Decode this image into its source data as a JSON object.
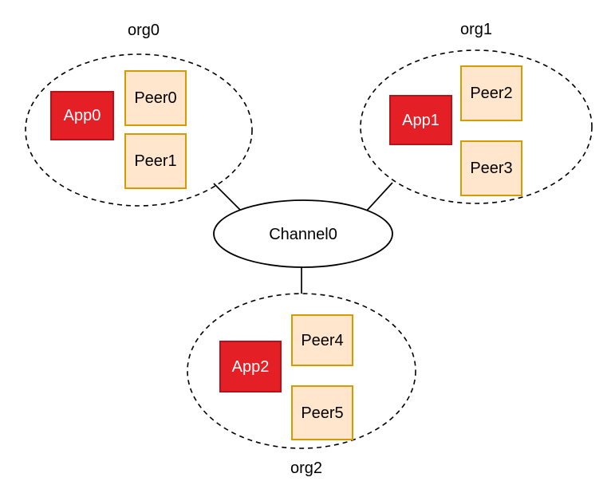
{
  "diagram": {
    "channel": {
      "label": "Channel0"
    },
    "orgs": [
      {
        "label": "org0",
        "app": {
          "label": "App0"
        },
        "peers": [
          {
            "label": "Peer0"
          },
          {
            "label": "Peer1"
          }
        ]
      },
      {
        "label": "org1",
        "app": {
          "label": "App1"
        },
        "peers": [
          {
            "label": "Peer2"
          },
          {
            "label": "Peer3"
          }
        ]
      },
      {
        "label": "org2",
        "app": {
          "label": "App2"
        },
        "peers": [
          {
            "label": "Peer4"
          },
          {
            "label": "Peer5"
          }
        ]
      }
    ],
    "colors": {
      "app_fill": "#e42026",
      "app_border": "#b41419",
      "peer_fill": "#ffe6cc",
      "peer_border": "#d79b00",
      "stroke": "#000000",
      "background": "#ffffff"
    }
  }
}
